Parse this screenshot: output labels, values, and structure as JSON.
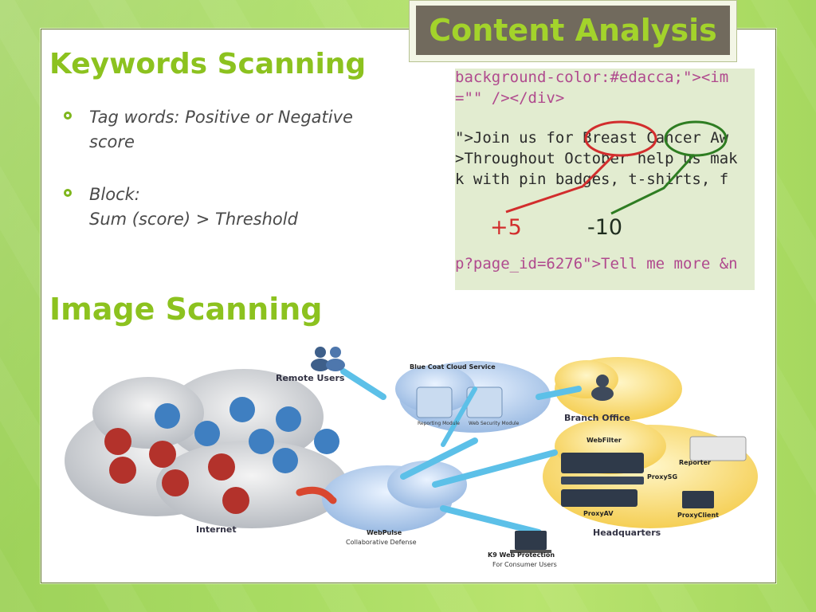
{
  "slide": {
    "title": "Content Analysis",
    "keywords_heading": "Keywords Scanning",
    "bullets": [
      {
        "line1": "Tag words: Positive or Negative",
        "line2": "score"
      },
      {
        "line1": "Block:",
        "line2": "Sum (score) > Threshold"
      }
    ],
    "image_heading": "Image Scanning"
  },
  "code_snippet": {
    "lines": [
      "background-color:#edacca;\"><im",
      "=\"\" /></div>",
      "\">Join us for Breast Cancer Aw",
      ">Throughout October help us mak",
      "k with pin badges, t-shirts, f",
      "p?page_id=6276\">Tell me more &n"
    ],
    "score_positive": "+5",
    "score_negative": "-10"
  },
  "diagram": {
    "remote_users": "Remote Users",
    "cloud_service": "Blue Coat Cloud Service",
    "reporting_module": "Reporting Module",
    "web_security_module": "Web Security Module",
    "branch_office": "Branch Office",
    "webfilter": "WebFilter",
    "reporter": "Reporter",
    "proxysg": "ProxySG",
    "proxyav": "ProxyAV",
    "proxyclient": "ProxyClient",
    "headquarters": "Headquarters",
    "internet": "Internet",
    "webpulse": "WebPulse",
    "webpulse_sub": "Collaborative Defense",
    "k9": "K9 Web Protection",
    "k9_sub": "For Consumer Users"
  },
  "colors": {
    "accent_green": "#8cc21f",
    "title_bg": "#716a5d",
    "title_text": "#a3d32b",
    "positive": "#d22d2d",
    "negative": "#2e7d22"
  }
}
